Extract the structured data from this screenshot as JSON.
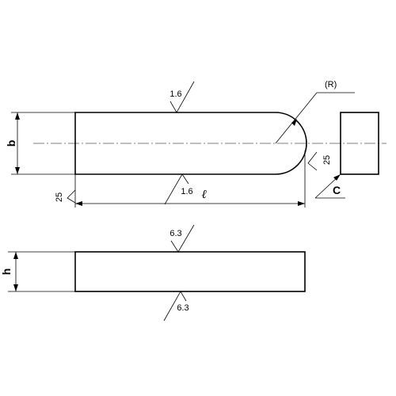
{
  "labels": {
    "width_dim": "b",
    "length_dim": "ℓ",
    "height_dim": "h",
    "radius": "(R)",
    "chamfer": "C"
  },
  "surface_finish": {
    "top_view_upper": "1.6",
    "top_view_lower": "1.6",
    "left_end": "25",
    "right_end": "25",
    "side_view_upper": "6.3",
    "side_view_lower": "6.3"
  }
}
